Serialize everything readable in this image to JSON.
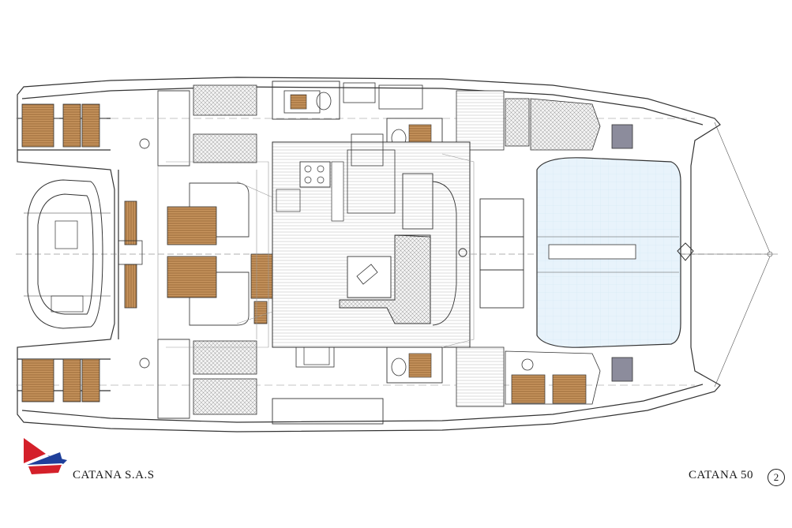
{
  "brand": {
    "company_name": "CATANA S.A.S",
    "logo": "catana-sail-logo",
    "colors": {
      "red": "#d4202a",
      "blue": "#1f3f9a",
      "white": "#ffffff"
    }
  },
  "drawing": {
    "model_name": "CATANA 50",
    "sheet_number": "2"
  },
  "palette": {
    "outline": "#333333",
    "wood": "#c8955e",
    "wood_dark": "#8a5a2b",
    "glass": "#e8f3fb",
    "grey_panel": "#8c8c9c",
    "hatch": "#9a9a9a"
  }
}
